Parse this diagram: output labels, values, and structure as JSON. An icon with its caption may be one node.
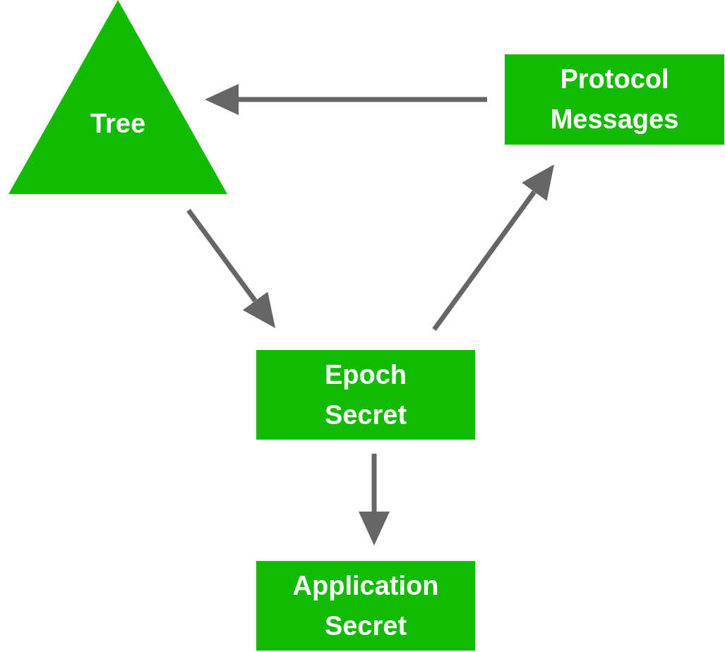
{
  "diagram": {
    "nodes": [
      {
        "text": [
          "Tree"
        ]
      },
      {
        "text": [
          "Protocol Messages"
        ]
      },
      {
        "text": [
          "Epoch Secret"
        ]
      },
      {
        "text": [
          "Application Secret"
        ]
      }
    ],
    "edges": [
      {
        "from": 1,
        "to": 0,
        "arrow": "to"
      },
      {
        "from": 0,
        "to": 2,
        "arrow": "to"
      },
      {
        "from": 2,
        "to": 1,
        "arrow": "to"
      },
      {
        "from": 2,
        "to": 3,
        "arrow": "to"
      }
    ]
  }
}
